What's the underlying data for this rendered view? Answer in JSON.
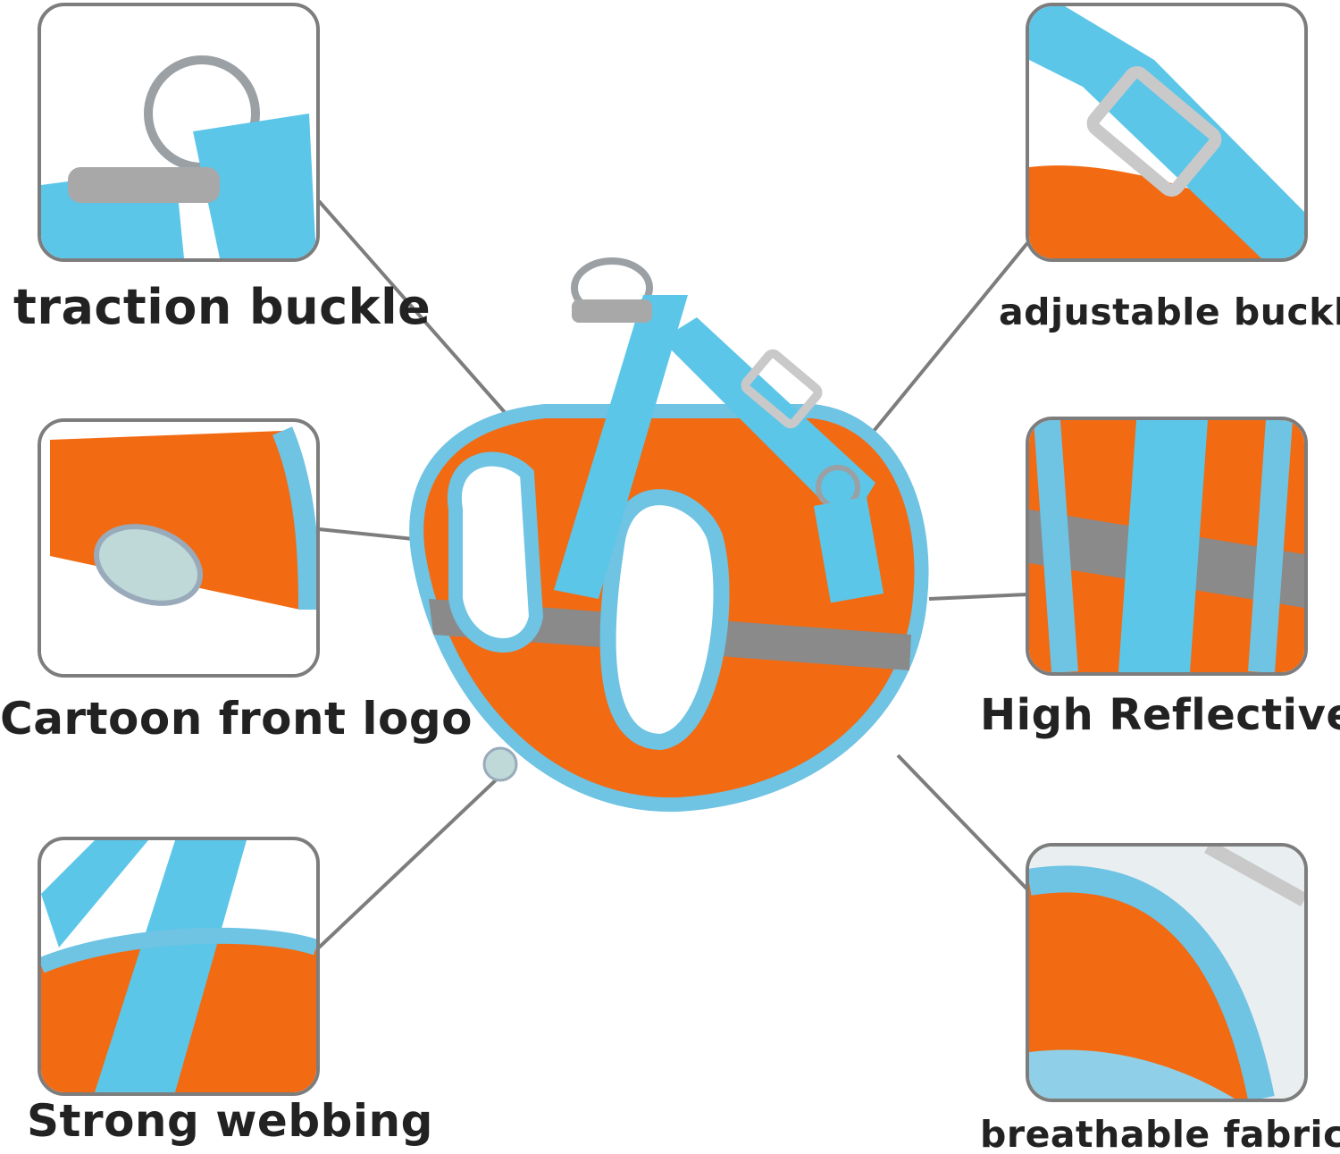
{
  "features": {
    "traction_buckle": "traction buckle",
    "cartoon_front_logo": "Cartoon front logo",
    "strong_webbing": "Strong webbing",
    "adjustable_buckle": "adjustable buckle",
    "high_reflective": "High Reflective",
    "breathable_fabric": "breathable fabric"
  },
  "colors": {
    "mesh_orange": "#f26a12",
    "strap_blue": "#5cc6e8",
    "reflective_gray": "#8a8a8a",
    "frame_gray": "#7d7d7d",
    "text": "#222222"
  }
}
